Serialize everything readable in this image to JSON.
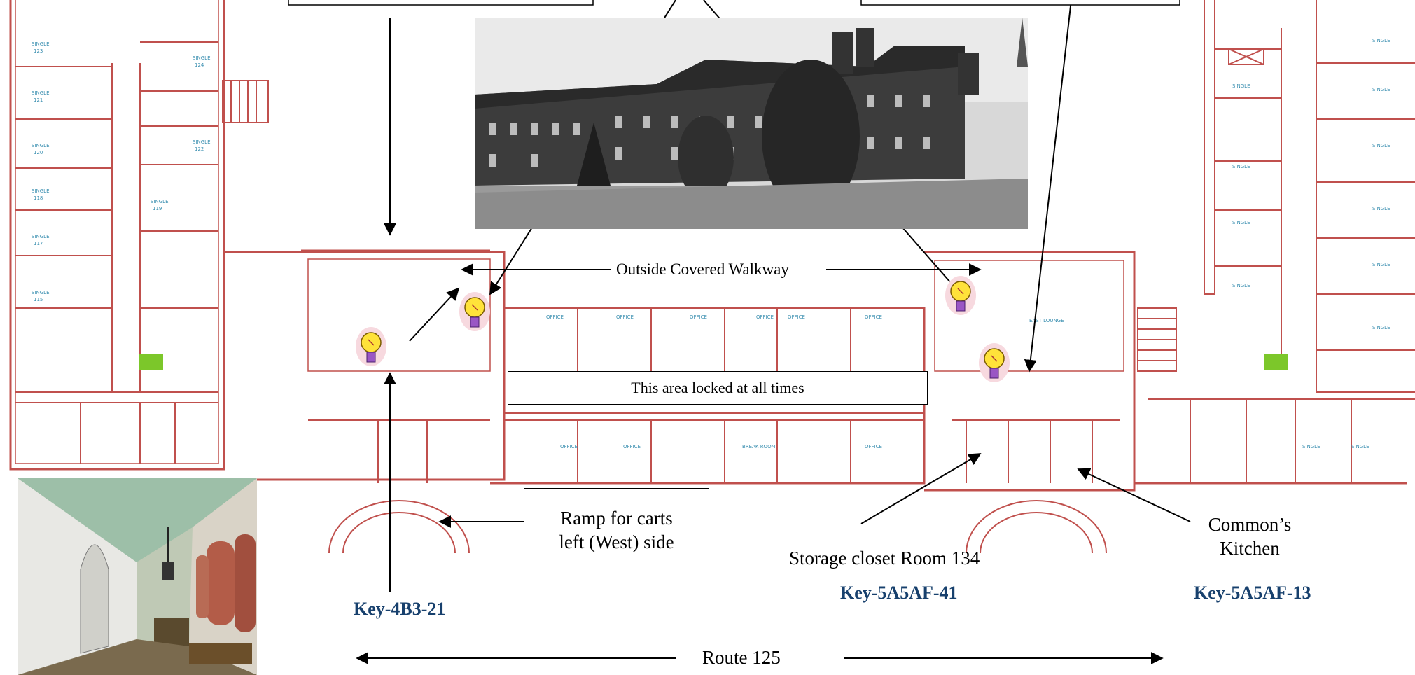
{
  "labels": {
    "walkway": "Outside Covered Walkway",
    "locked": "This area locked at all times",
    "ramp": [
      "Ramp for carts",
      "left (West) side"
    ],
    "storage": "Storage closet Room 134",
    "kitchen": [
      "Common’s",
      "Kitchen"
    ],
    "route": "Route 125"
  },
  "keys": {
    "west": "Key-4B3-21",
    "storage": "Key-5A5AF-41",
    "kitchen": "Key-5A5AF-13"
  },
  "colors": {
    "wall": "#c0504d",
    "room_label": "#3a8fb0",
    "key_text": "#17406d",
    "marker_green": "#7cc72a"
  },
  "icons": [
    "lightbulb-icon",
    "lightbulb-icon",
    "lightbulb-icon",
    "lightbulb-icon"
  ]
}
